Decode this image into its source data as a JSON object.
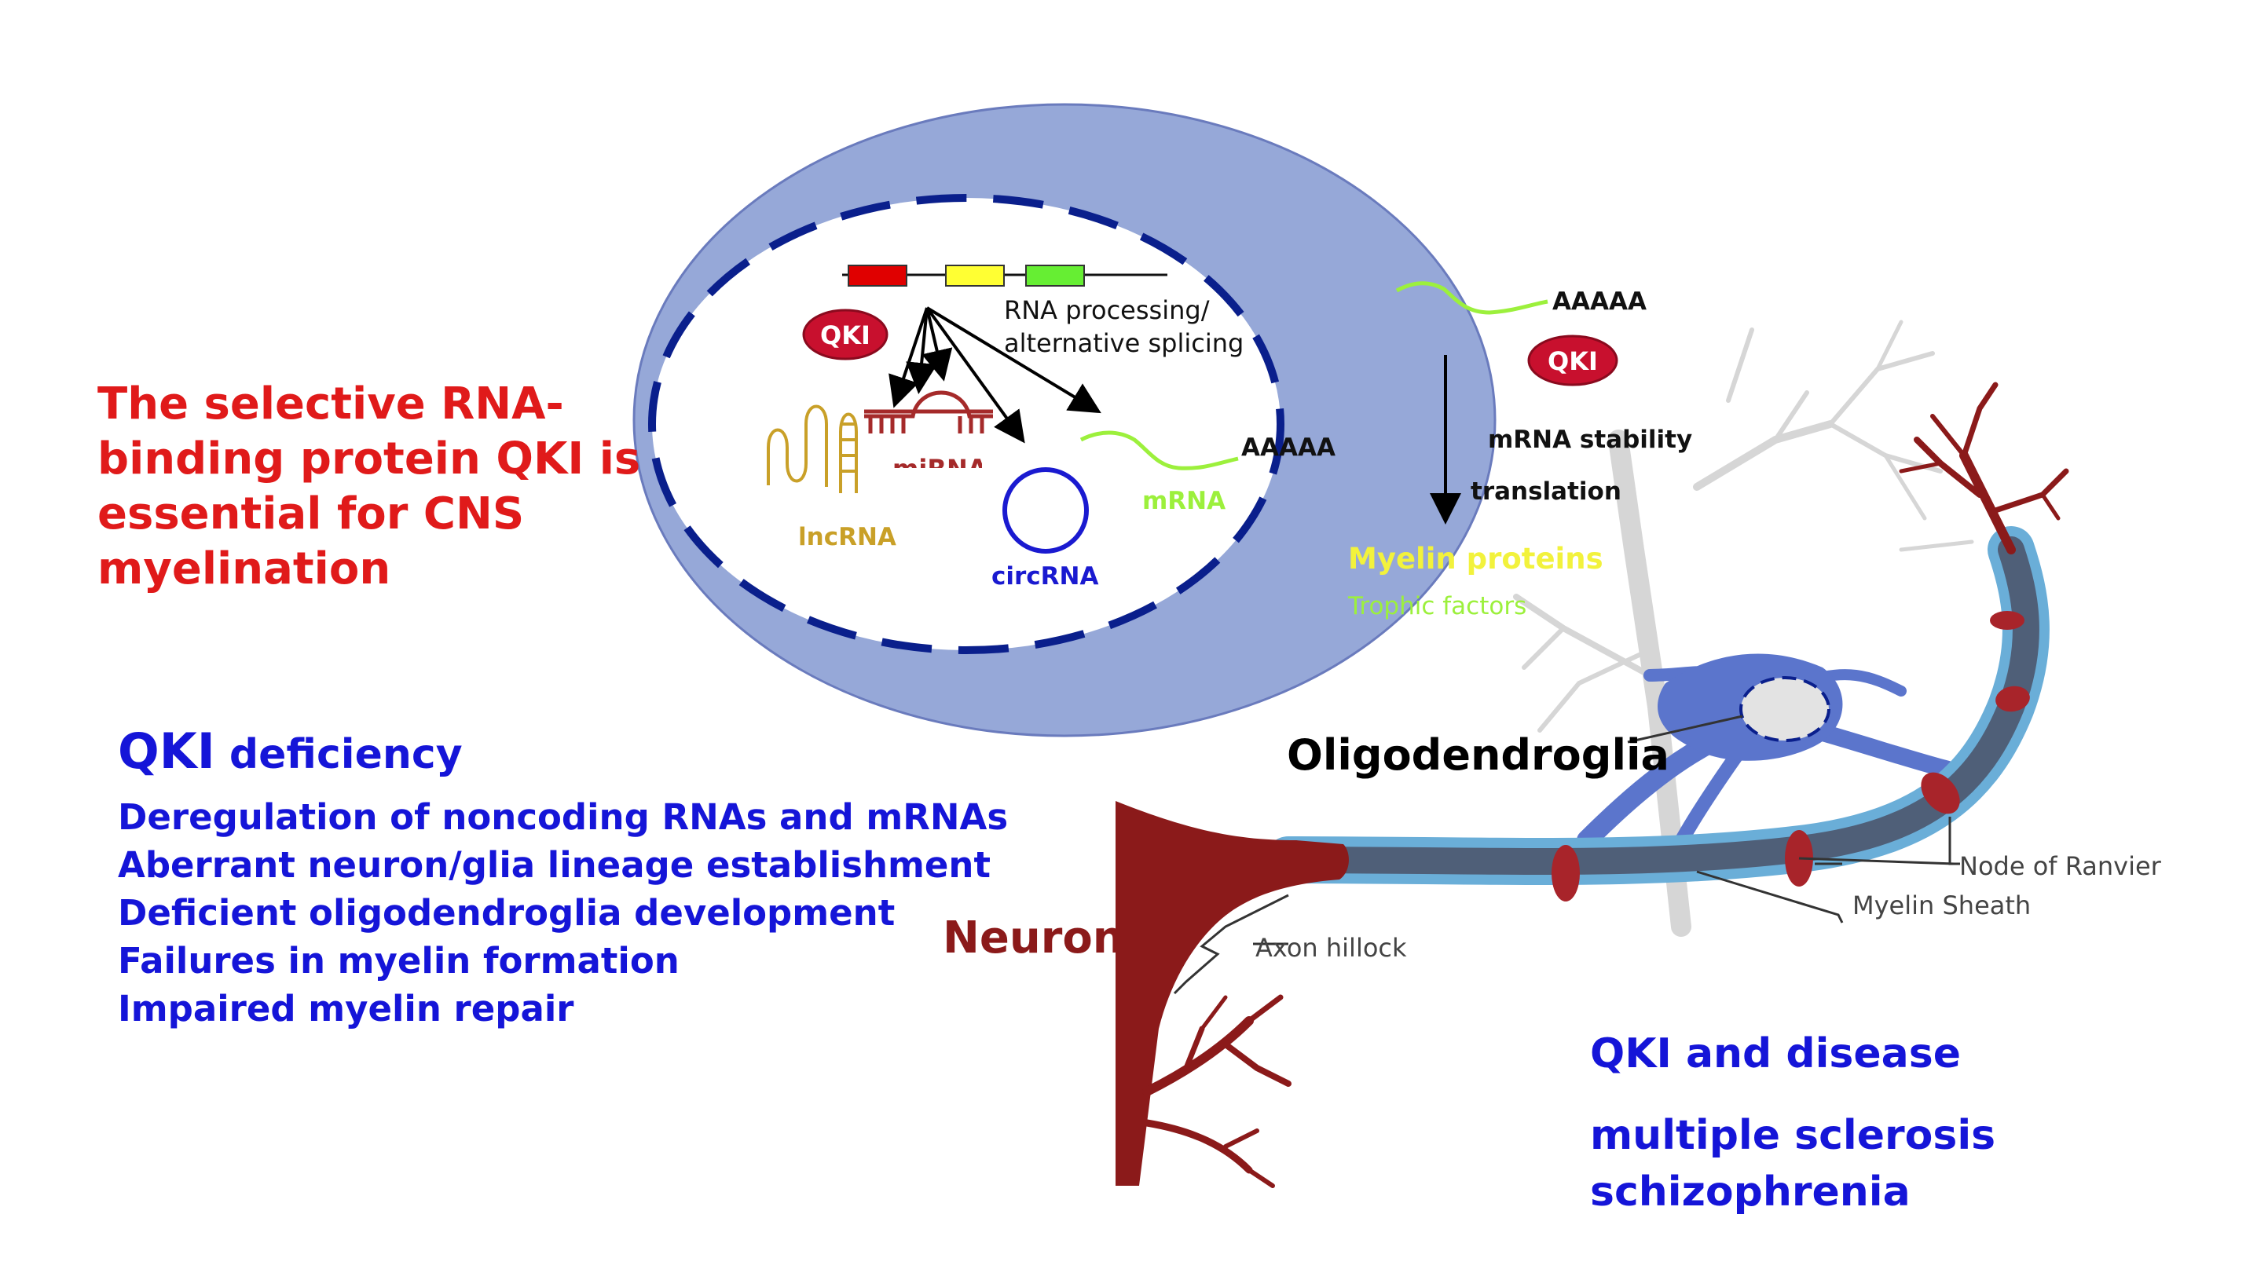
{
  "title": "The selective RNA-binding protein QKI is essential for CNS myelination",
  "deficiency": {
    "heading_main": "QKI",
    "heading_rest": " deficiency",
    "items": [
      "Deregulation of noncoding RNAs and mRNAs",
      "Aberrant neuron/glia lineage establishment",
      "Deficient oligodendroglia development",
      "Failures in myelin formation",
      "Impaired myelin repair"
    ]
  },
  "disease": {
    "heading": "QKI and disease",
    "items": [
      "multiple sclerosis",
      "schizophrenia"
    ]
  },
  "nucleus": {
    "qki_label": "QKI",
    "processing_label_1": "RNA processing/",
    "processing_label_2": "alternative splicing",
    "lncrna_label": "lncRNA",
    "mirna_label": "miRNA",
    "circrna_label": "circRNA",
    "mrna_label": "mRNA",
    "polya_label": "AAAAA"
  },
  "cytoplasm": {
    "polya_label": "AAAAA",
    "qki_label": "QKI",
    "stability_label": "mRNA stability",
    "translation_label": "translation",
    "myelin_proteins_label": "Myelin proteins",
    "trophic_label": "Trophic factors"
  },
  "neuron_labels": {
    "oligodendroglia": "Oligodendroglia",
    "neuron": "Neuron",
    "axon_hillock": "Axon hillock",
    "node_of_ranvier": "Node of Ranvier",
    "myelin_sheath": "Myelin Sheath"
  },
  "colors": {
    "title_red": "#e01a1a",
    "text_blue": "#1515d8",
    "cell_fill": "#96a8d8",
    "nucleus_dash": "#0a1f8c",
    "qki_red": "#c8102e",
    "exon_red": "#e00000",
    "exon_yellow": "#ffff33",
    "exon_green": "#66ee33",
    "mrna_green": "#9cf03c",
    "lncrna_gold": "#c9a028",
    "mirna_red": "#a52a2a",
    "circrna_blue": "#1a1ad0",
    "myelin_yellow": "#f2f23c",
    "neuron_red": "#8b1a1a",
    "axon_slate": "#4f5f78",
    "myelin_blue": "#5fa7d6",
    "oligo_blue": "#5b75cc",
    "glia_gray": "#d6d6d6"
  }
}
